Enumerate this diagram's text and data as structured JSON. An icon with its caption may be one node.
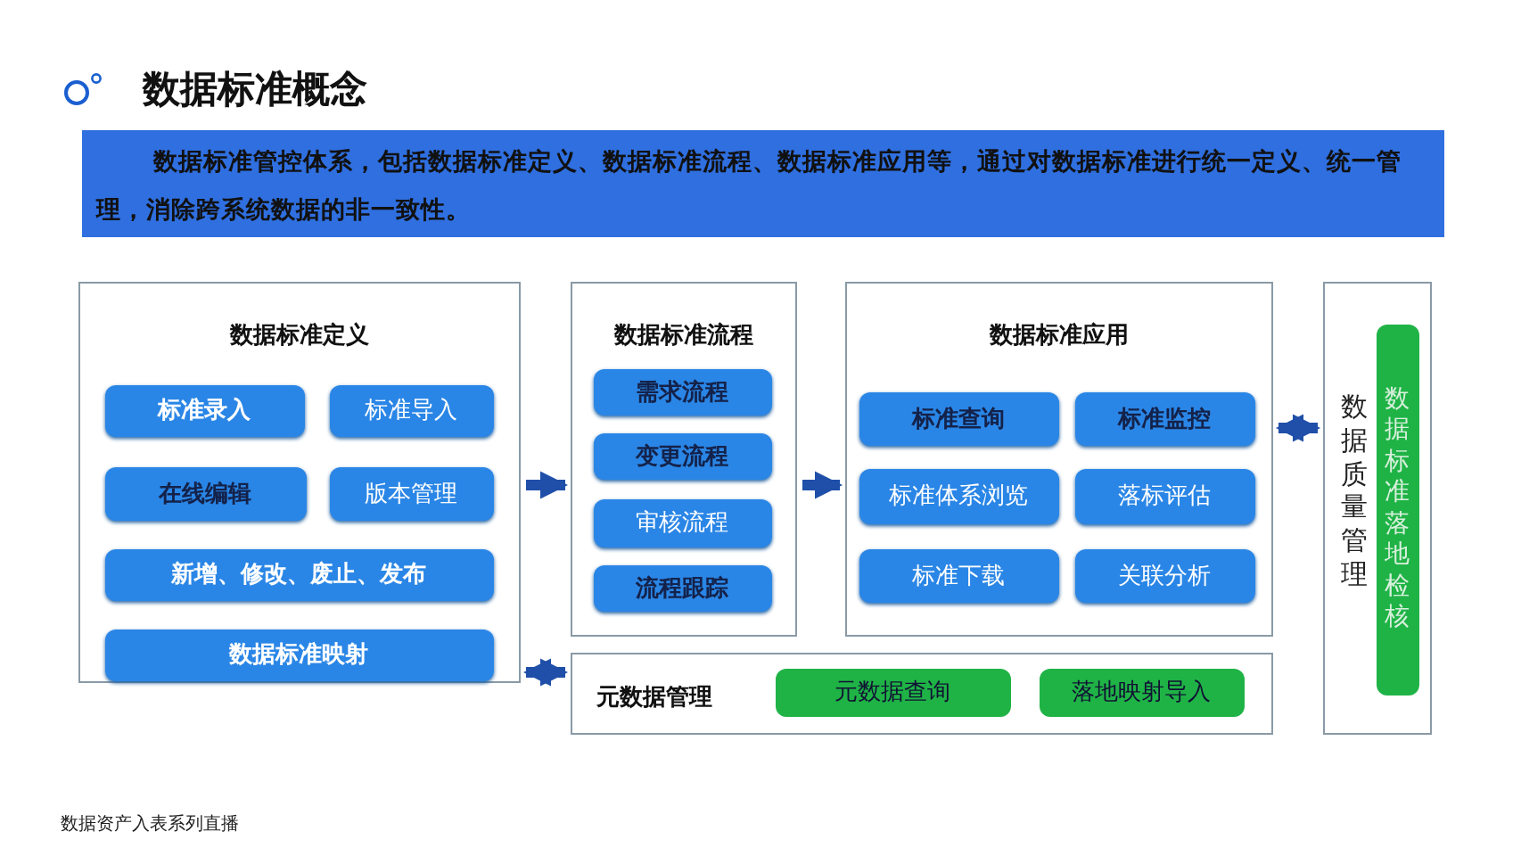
{
  "diagram": {
    "title": "数据标准概念",
    "caption": "数据标准管控体系，包括数据标准定义、数据标准流程、数据标准应用等，通过对数据标准进行统一定义、统一管理，消除跨系统数据的非一致性。",
    "nodes": [
      {
        "text": [
          "数据标准定义"
        ]
      },
      {
        "text": [
          "标准录入"
        ],
        "in": 0
      },
      {
        "text": [
          "标准导入"
        ],
        "in": 0
      },
      {
        "text": [
          "在线编辑"
        ],
        "in": 0
      },
      {
        "text": [
          "版本管理"
        ],
        "in": 0
      },
      {
        "text": [
          "新增、修改、废止、发布"
        ],
        "in": 0
      },
      {
        "text": [
          "数据标准映射"
        ],
        "in": 0
      },
      {
        "text": [
          "数据标准流程"
        ]
      },
      {
        "text": [
          "需求流程"
        ],
        "in": 7
      },
      {
        "text": [
          "变更流程"
        ],
        "in": 7
      },
      {
        "text": [
          "审核流程"
        ],
        "in": 7
      },
      {
        "text": [
          "流程跟踪"
        ],
        "in": 7
      },
      {
        "text": [
          "数据标准应用"
        ]
      },
      {
        "text": [
          "标准查询"
        ],
        "in": 12
      },
      {
        "text": [
          "标准监控"
        ],
        "in": 12
      },
      {
        "text": [
          "标准体系浏览"
        ],
        "in": 12
      },
      {
        "text": [
          "落标评估"
        ],
        "in": 12
      },
      {
        "text": [
          "标准下载"
        ],
        "in": 12
      },
      {
        "text": [
          "关联分析"
        ],
        "in": 12
      },
      {
        "text": [
          "元数据管理"
        ]
      },
      {
        "text": [
          "元数据查询"
        ],
        "in": 19
      },
      {
        "text": [
          "落地映射导入"
        ],
        "in": 19
      },
      {
        "text": [
          "数据质量管理"
        ]
      },
      {
        "text": [
          "数据标准落地检核"
        ],
        "in": 22
      }
    ],
    "edges": [
      {
        "from": 0,
        "to": 7,
        "arrow": "to"
      },
      {
        "from": 7,
        "to": 12,
        "arrow": "to"
      },
      {
        "from": 12,
        "to": 22,
        "arrow": "both"
      },
      {
        "from": 0,
        "to": 19,
        "arrow": "both"
      }
    ],
    "labels": [
      "数据资产入表系列直播"
    ]
  }
}
